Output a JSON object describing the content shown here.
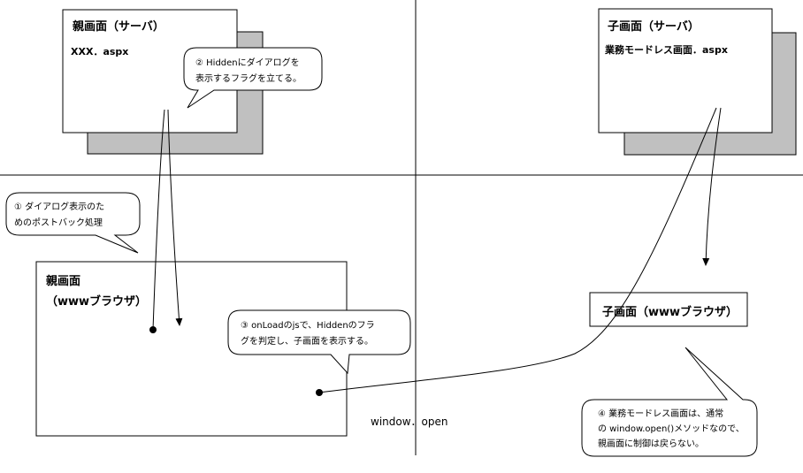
{
  "parent_server": {
    "title": "親画面（サーバ）",
    "file": "XXX．aspx"
  },
  "child_server": {
    "title": "子画面（サーバ）",
    "file": "業務モードレス画面．aspx"
  },
  "parent_browser": {
    "title": "親画面",
    "subtitle": "（wwwブラウザ）"
  },
  "child_browser": {
    "title": "子画面（wwwブラウザ）"
  },
  "notes": {
    "note1": {
      "line1": "①  ダイアログ表示のた",
      "line2": "めのポストバック処理"
    },
    "note2": {
      "line1": "②  Hiddenにダイアログを",
      "line2": "表示するフラグを立てる。"
    },
    "note3": {
      "line1": "③  onLoadのjsで、Hiddenのフラ",
      "line2": "グを判定し、子画面を表示する。"
    },
    "note4": {
      "line1": "④  業務モードレス画面は、通常",
      "line2": "の  window.open()メソッドなので、",
      "line3": "親画面に制御は戻らない。"
    }
  },
  "window_open_label": "window．open"
}
